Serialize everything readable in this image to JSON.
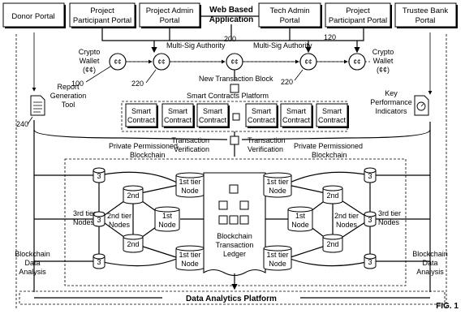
{
  "portals": {
    "donor": "Donor Portal",
    "pp_left_1": "Project",
    "pp_left_2": "Participant Portal",
    "pa_1": "Project Admin",
    "pa_2": "Portal",
    "web_1": "Web Based",
    "web_2": "Application",
    "ta_1": "Tech Admin",
    "ta_2": "Portal",
    "pp_right_1": "Project",
    "pp_right_2": "Participant Portal",
    "tb_1": "Trustee Bank",
    "tb_2": "Portal"
  },
  "labels": {
    "multisig_left": "Multi-Sig Authority",
    "multisig_right": "Multi-Sig Authority",
    "crypto_left_1": "Crypto",
    "crypto_left_2": "Wallet",
    "crypto_left_3": "(¢¢)",
    "crypto_right_1": "Crypto",
    "crypto_right_2": "Wallet",
    "crypto_right_3": "(¢¢)",
    "coin": "¢¢",
    "new_tx_block": "New Transaction Block",
    "report_1": "Report",
    "report_2": "Generation",
    "report_3": "Tool",
    "kpi_1": "Key",
    "kpi_2": "Performance",
    "kpi_3": "Indicators",
    "sc_platform": "Smart Contracts Platform",
    "smart": "Smart",
    "contract": "Contract",
    "ppb_left_1": "Private Permissioned",
    "ppb_left_2": "Blockchain",
    "ppb_right_1": "Private Permissioned",
    "ppb_right_2": "Blockchain",
    "tv_left_1": "Transaction",
    "tv_left_2": "Verification",
    "tv_right_1": "Transaction",
    "tv_right_2": "Verification",
    "third": "3",
    "second": "2nd",
    "first_tier": "1st tier",
    "first": "1st",
    "tier": "tier",
    "node": "Node",
    "third_tier_1": "3rd tier",
    "third_tier_2": "Nodes",
    "second_tier_1": "2nd tier",
    "second_tier_2": "Nodes",
    "ledger_1": "Blockchain",
    "ledger_2": "Transaction",
    "ledger_3": "Ledger",
    "bda_1": "Blockchain",
    "bda_2": "Data",
    "bda_3": "Analysis",
    "dap": "Data Analytics Platform",
    "fig": "FIG. 1"
  },
  "refs": {
    "r100": "100",
    "r120": "120",
    "r200": "200",
    "r220a": "220",
    "r220b": "220",
    "r240": "240"
  }
}
